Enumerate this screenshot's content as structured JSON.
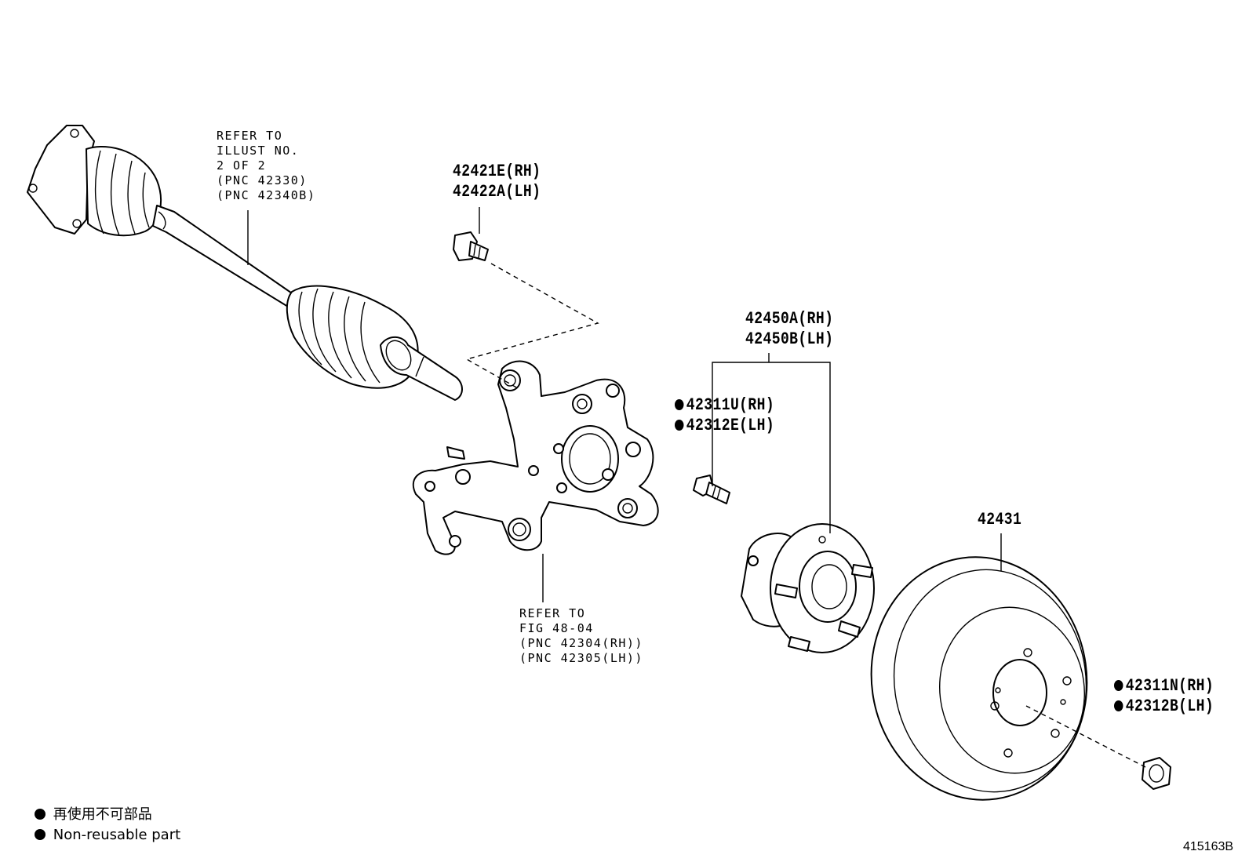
{
  "refer_axle": [
    "REFER TO",
    "ILLUST NO.",
    "2 OF 2",
    "(PNC 42330)",
    "(PNC 42340B)"
  ],
  "bolt_42421": [
    "42421E(RH)",
    "42422A(LH)"
  ],
  "hub_42450": [
    "42450A(RH)",
    "42450B(LH)"
  ],
  "bolt_42311U": [
    "42311U(RH)",
    "42312E(LH)"
  ],
  "refer_knuckle": [
    "REFER TO",
    "FIG 48-04",
    "(PNC 42304(RH))",
    "(PNC 42305(LH))"
  ],
  "disc_42431": "42431",
  "nut_42311N": [
    "42311N(RH)",
    "42312B(LH)"
  ],
  "legend": {
    "jp": "再使用不可部品",
    "en": "Non-reusable part"
  },
  "figure_id": "415163B"
}
